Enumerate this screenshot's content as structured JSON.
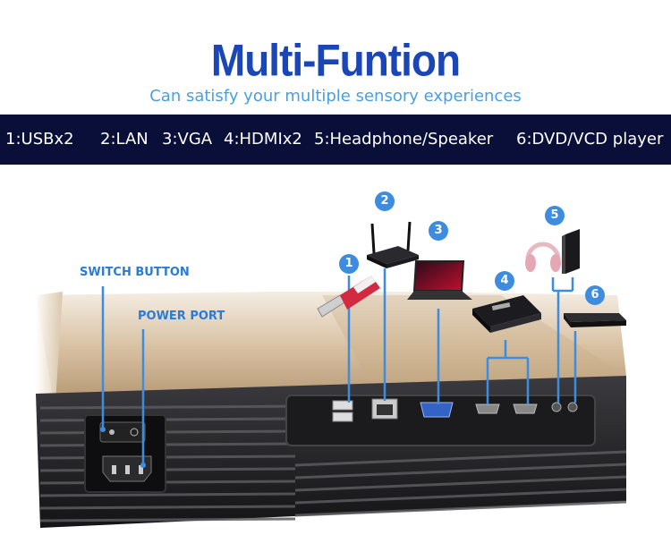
{
  "header": {
    "title": "Multi-Funtion",
    "subtitle": "Can satisfy your multiple sensory experiences"
  },
  "ports_band": {
    "items": [
      "1:USBx2",
      "2:LAN",
      "3:VGA",
      "4:HDMIx2",
      "5:Headphone/Speaker",
      "6:DVD/VCD player"
    ]
  },
  "callouts": {
    "switch_button": "SWITCH BUTTON",
    "power_port": "POWER PORT"
  },
  "badges": [
    "1",
    "2",
    "3",
    "4",
    "5",
    "6"
  ],
  "colors": {
    "title_blue": "#1a47b5",
    "subtitle_blue": "#4a9fe0",
    "band_navy": "#0a0f3a",
    "accent_blue": "#2a7bd8"
  }
}
